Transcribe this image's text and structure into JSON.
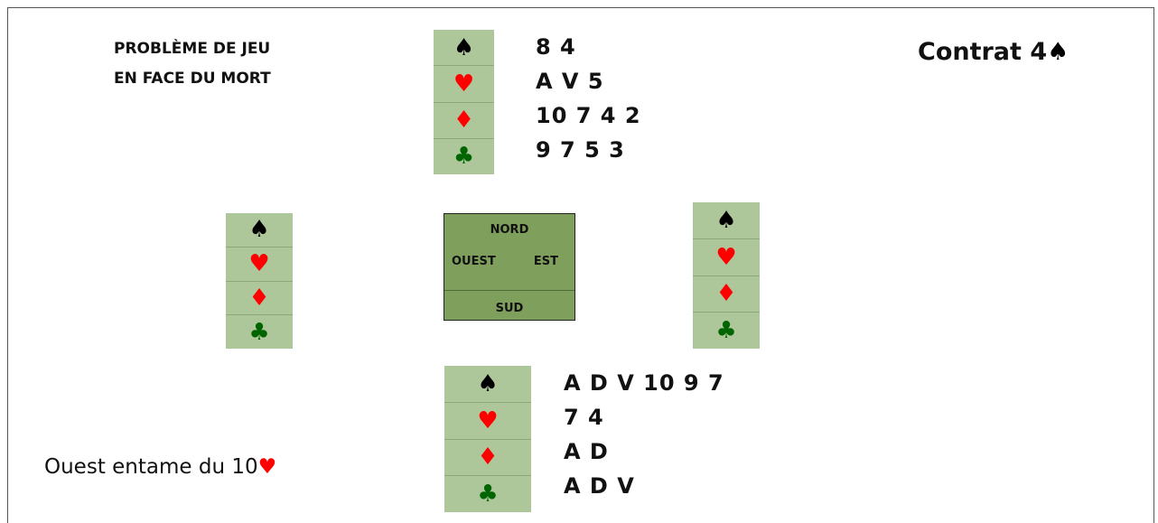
{
  "header": {
    "title_line1": "PROBLÈME DE JEU",
    "title_line2": "EN FACE DU MORT",
    "contract_label": "Contrat 4",
    "contract_suit": "♠"
  },
  "lead": {
    "text": "Ouest entame du 10",
    "suit": "♥"
  },
  "suits": {
    "spade": "♠",
    "heart": "♥",
    "diamond": "♦",
    "club": "♣"
  },
  "colors": {
    "spade": "#000000",
    "heart": "#ff0000",
    "diamond": "#ff0000",
    "club": "#006400",
    "suit_panel": "#adc69a",
    "compass": "#7f9f5c"
  },
  "compass": {
    "north": "NORD",
    "west": "OUEST",
    "east": "EST",
    "south": "SUD"
  },
  "hands": {
    "north": {
      "spades": "8 4",
      "hearts": "A V 5",
      "diamonds": "10 7 4 2",
      "clubs": "9 7 5 3"
    },
    "south": {
      "spades": "A D V 10 9 7",
      "hearts": "7 4",
      "diamonds": "A D",
      "clubs": "A D V"
    }
  }
}
